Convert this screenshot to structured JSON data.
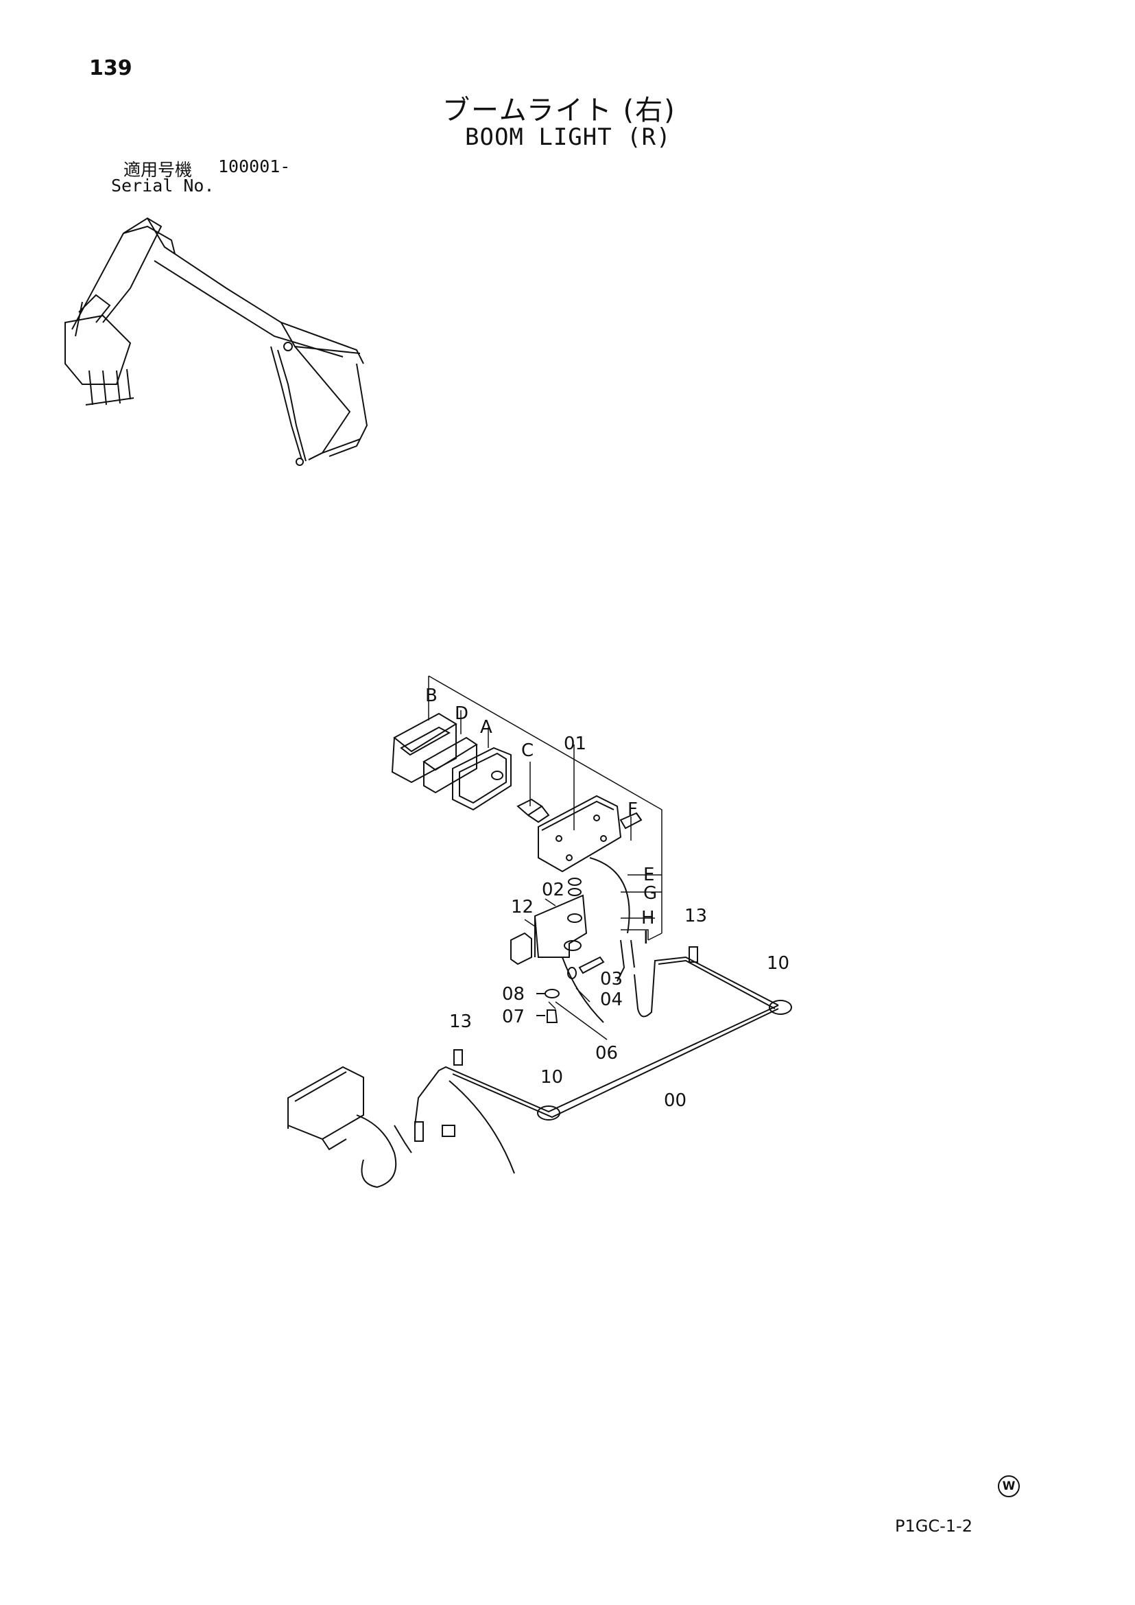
{
  "header": {
    "page_number": "139",
    "title_jp": "ブームライト (右)",
    "title_en": "BOOM LIGHT (R)",
    "serial_label_jp": "適用号機",
    "serial_value": "100001-",
    "serial_label_en": "Serial No."
  },
  "callouts": {
    "B": "B",
    "D": "D",
    "A": "A",
    "C": "C",
    "p01": "01",
    "F": "F",
    "E": "E",
    "p02": "02",
    "G": "G",
    "p12": "12",
    "H": "H",
    "I": "I",
    "p13a": "13",
    "p10a": "10",
    "p03": "03",
    "p08": "08",
    "p04": "04",
    "p07": "07",
    "p13b": "13",
    "p06": "06",
    "p10b": "10",
    "p00": "00"
  },
  "footer": {
    "mark": "W",
    "page_code": "P1GC-1-2"
  }
}
